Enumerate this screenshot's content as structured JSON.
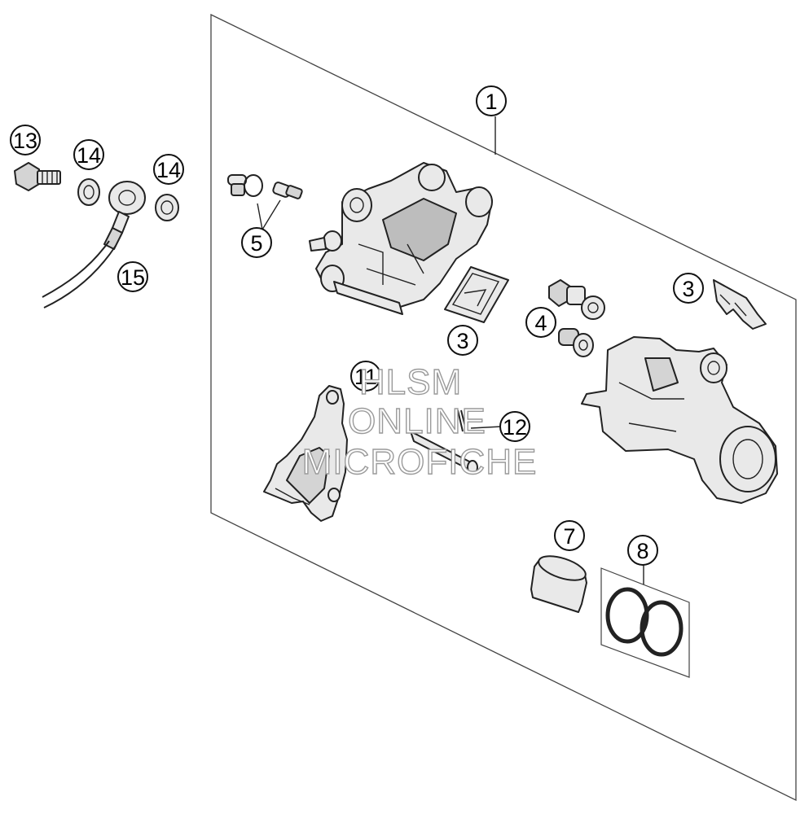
{
  "callouts": [
    {
      "id": "c1",
      "label": "1"
    },
    {
      "id": "c3a",
      "label": "3"
    },
    {
      "id": "c3b",
      "label": "3"
    },
    {
      "id": "c4",
      "label": "4"
    },
    {
      "id": "c5",
      "label": "5"
    },
    {
      "id": "c7",
      "label": "7"
    },
    {
      "id": "c8",
      "label": "8"
    },
    {
      "id": "c11",
      "label": "11"
    },
    {
      "id": "c12",
      "label": "12"
    },
    {
      "id": "c13",
      "label": "13"
    },
    {
      "id": "c14a",
      "label": "14"
    },
    {
      "id": "c14b",
      "label": "14"
    },
    {
      "id": "c15",
      "label": "15"
    }
  ],
  "watermark": {
    "line1": "HLSM",
    "line2": "ONLINE",
    "line3": "MICROFICHE"
  }
}
